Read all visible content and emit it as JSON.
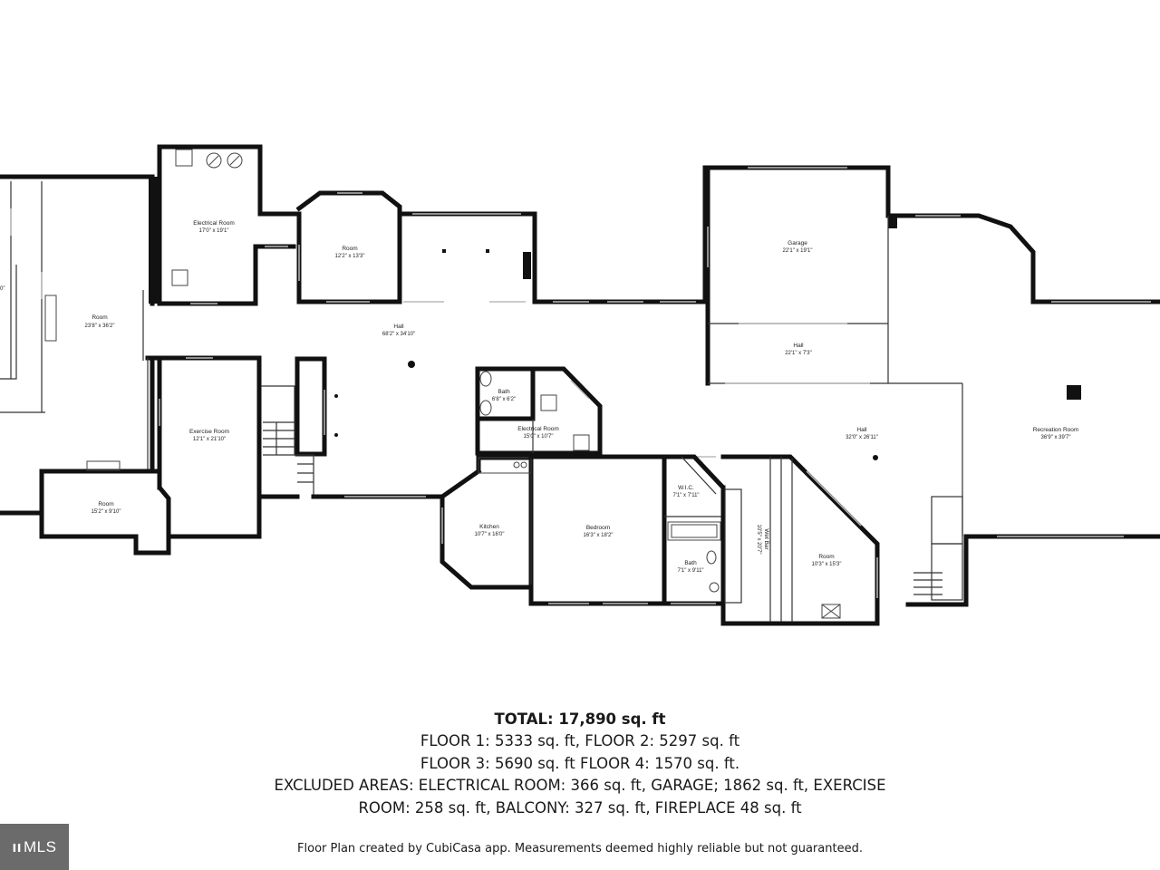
{
  "rooms": [
    {
      "id": "room-left",
      "name": "Room",
      "dims": "23'8\" x 36'2\""
    },
    {
      "id": "electrical-room-1",
      "name": "Electrical Room",
      "dims": "17'0\" x 19'1\""
    },
    {
      "id": "room-top",
      "name": "Room",
      "dims": "12'2\" x 13'3\""
    },
    {
      "id": "hall-main",
      "name": "Hall",
      "dims": "68'2\" x 34'10\""
    },
    {
      "id": "garage",
      "name": "Garage",
      "dims": "22'1\" x 19'1\""
    },
    {
      "id": "hall-garage",
      "name": "Hall",
      "dims": "22'1\" x 7'3\""
    },
    {
      "id": "exercise-room",
      "name": "Exercise Room",
      "dims": "12'1\" x 21'10\""
    },
    {
      "id": "bath-1",
      "name": "Bath",
      "dims": "6'8\" x 6'2\""
    },
    {
      "id": "electrical-room-2",
      "name": "Electrical Room",
      "dims": "15'0\" x 10'7\""
    },
    {
      "id": "hall-right",
      "name": "Hall",
      "dims": "32'0\" x 26'11\""
    },
    {
      "id": "recreation-room",
      "name": "Recreation Room",
      "dims": "36'9\" x 39'7\""
    },
    {
      "id": "room-bottom-left",
      "name": "Room",
      "dims": "15'2\" x 9'10\""
    },
    {
      "id": "kitchen",
      "name": "Kitchen",
      "dims": "10'7\" x 16'0\""
    },
    {
      "id": "bedroom",
      "name": "Bedroom",
      "dims": "16'3\" x 18'2\""
    },
    {
      "id": "wic",
      "name": "W.I.C.",
      "dims": "7'1\" x 7'11\""
    },
    {
      "id": "bath-2",
      "name": "Bath",
      "dims": "7'1\" x 9'11\""
    },
    {
      "id": "wet-bar",
      "name": "Wet Bar",
      "dims": "10'5\" x 20'7\""
    },
    {
      "id": "room-right",
      "name": "Room",
      "dims": "10'3\" x 15'3\""
    }
  ],
  "cut_label": "0\"",
  "summary": {
    "total": "TOTAL: 17,890 sq. ft",
    "line1": "FLOOR 1: 5333 sq. ft, FLOOR 2: 5297 sq. ft",
    "line2": "FLOOR 3: 5690 sq. ft FLOOR 4: 1570 sq. ft.",
    "line3": "EXCLUDED AREAS: ELECTRICAL ROOM: 366 sq. ft, GARAGE; 1862 sq. ft, EXERCISE",
    "line4": "ROOM: 258 sq. ft, BALCONY: 327 sq. ft, FIREPLACE 48 sq. ft"
  },
  "disclaimer": "Floor Plan created by CubiCasa app. Measurements deemed highly reliable but not guaranteed.",
  "badge": {
    "mark": "ıı",
    "label": "MLS"
  }
}
